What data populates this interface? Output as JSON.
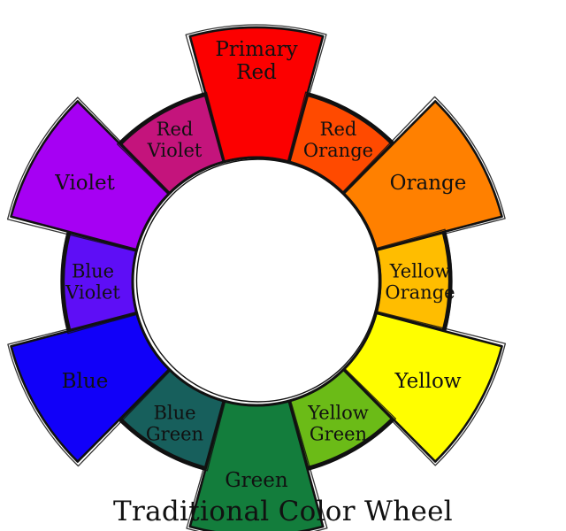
{
  "title": "Traditional Color Wheel",
  "segments": [
    {
      "id": "primary-red",
      "lines": [
        "Primary",
        "Red"
      ],
      "color": "#fc0000",
      "type": "primary"
    },
    {
      "id": "red-orange",
      "lines": [
        "Red",
        "Orange"
      ],
      "color": "#ff4a00",
      "type": "tertiary"
    },
    {
      "id": "orange",
      "lines": [
        "Orange"
      ],
      "color": "#ff8000",
      "type": "secondary"
    },
    {
      "id": "yellow-orange",
      "lines": [
        "Yellow",
        "Orange"
      ],
      "color": "#ffbd00",
      "type": "tertiary"
    },
    {
      "id": "yellow",
      "lines": [
        "Yellow"
      ],
      "color": "#fffe00",
      "type": "primary"
    },
    {
      "id": "yellow-green",
      "lines": [
        "Yellow",
        "Green"
      ],
      "color": "#6bbb17",
      "type": "tertiary"
    },
    {
      "id": "green",
      "lines": [
        "Green"
      ],
      "color": "#137d3c",
      "type": "secondary"
    },
    {
      "id": "blue-green",
      "lines": [
        "Blue",
        "Green"
      ],
      "color": "#175f5c",
      "type": "tertiary"
    },
    {
      "id": "blue",
      "lines": [
        "Blue"
      ],
      "color": "#1100f9",
      "type": "primary"
    },
    {
      "id": "blue-violet",
      "lines": [
        "Blue",
        "Violet"
      ],
      "color": "#5e0ef6",
      "type": "tertiary"
    },
    {
      "id": "violet",
      "lines": [
        "Violet"
      ],
      "color": "#a600f3",
      "type": "secondary"
    },
    {
      "id": "red-violet",
      "lines": [
        "Red",
        "Violet"
      ],
      "color": "#c4147c",
      "type": "tertiary"
    }
  ]
}
